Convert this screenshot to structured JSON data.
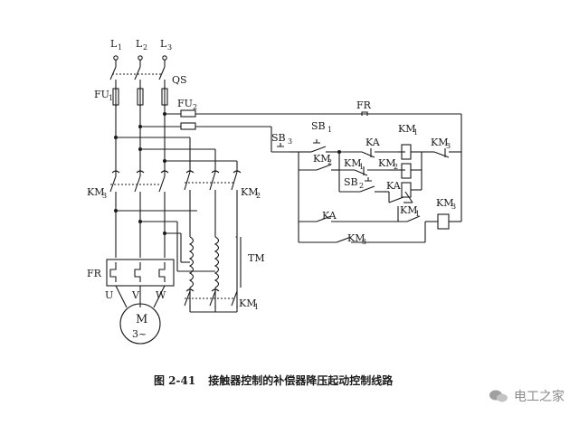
{
  "labels": {
    "l1": "L",
    "l1_sub": "1",
    "l2": "L",
    "l2_sub": "2",
    "l3": "L",
    "l3_sub": "3",
    "qs": "QS",
    "fu1": "FU",
    "fu1_sub": "1",
    "fu2": "FU",
    "fu2_sub": "2",
    "fr_top": "FR",
    "km3_main": "KM",
    "km3_main_sub": "3",
    "km2_main": "KM",
    "km2_main_sub": "2",
    "tm": "TM",
    "km1_main": "KM",
    "km1_main_sub": "1",
    "fr_left": "FR",
    "u": "U",
    "v": "V",
    "w": "W",
    "motor_m": "M",
    "motor_3": "3~",
    "sb3": "SB",
    "sb3_sub": "3",
    "sb1": "SB",
    "sb1_sub": "1",
    "sb2": "SB",
    "sb2_sub": "2",
    "ka_a": "KA",
    "ka_b": "KA",
    "ka_c": "KA",
    "km2_ctrl": "KM",
    "km2_ctrl_sub": "2",
    "km1_ctrl": "KM",
    "km1_ctrl_sub": "1",
    "km2_ctrl_b": "KM",
    "km2_ctrl_b_sub": "2",
    "km1_coil": "KM",
    "km1_coil_sub": "1",
    "km3_coil": "KM",
    "km3_coil_sub": "3",
    "km1_ctrl_c": "KM",
    "km1_ctrl_c_sub": "1",
    "km3_ctrl_r": "KM",
    "km3_ctrl_r_sub": "3",
    "km3_ctrl_b": "KM",
    "km3_ctrl_b_sub": "3"
  },
  "caption": {
    "number": "图 2-41",
    "title": "接触器控制的补偿器降压起动控制线路"
  },
  "watermark": {
    "text": "电工之家"
  }
}
